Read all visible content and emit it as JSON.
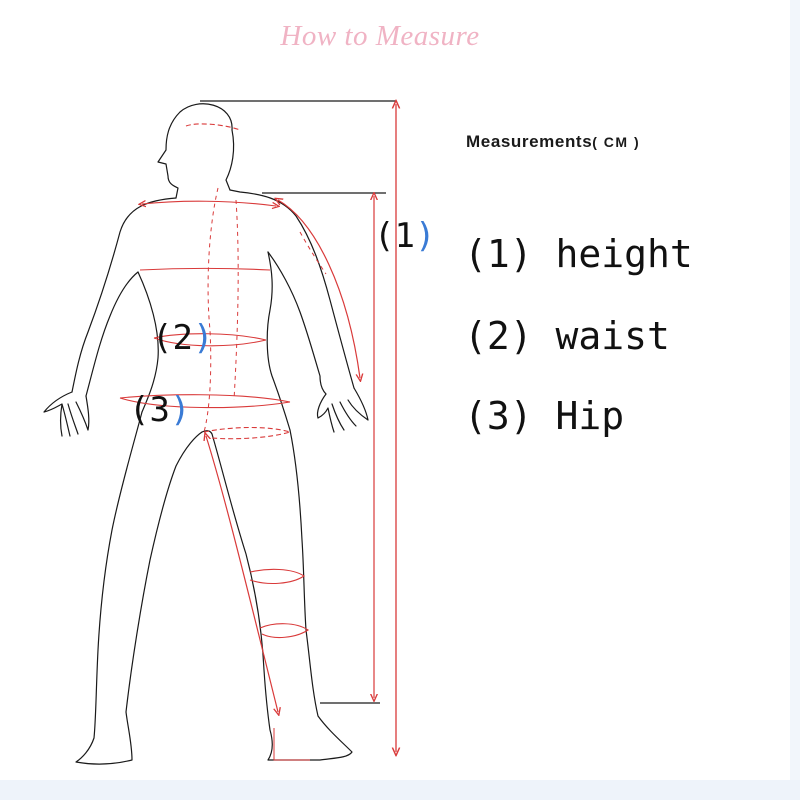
{
  "title": "How to Measure",
  "measurements_header": {
    "label": "Measurements",
    "unit": "( CM )"
  },
  "legend": [
    {
      "number": "(1)",
      "label": "height"
    },
    {
      "number": "(2)",
      "label": "waist"
    },
    {
      "number": "(3)",
      "label": "Hip"
    }
  ],
  "markers": [
    {
      "open": "(1",
      "close": ")"
    },
    {
      "open": "(2",
      "close": ")"
    },
    {
      "open": "(3",
      "close": ")"
    }
  ],
  "colors": {
    "outline": "#1a1a1a",
    "measure_line": "#d93a3a",
    "title": "#f0b3c4",
    "marker_paren": "#3a7bd5"
  }
}
